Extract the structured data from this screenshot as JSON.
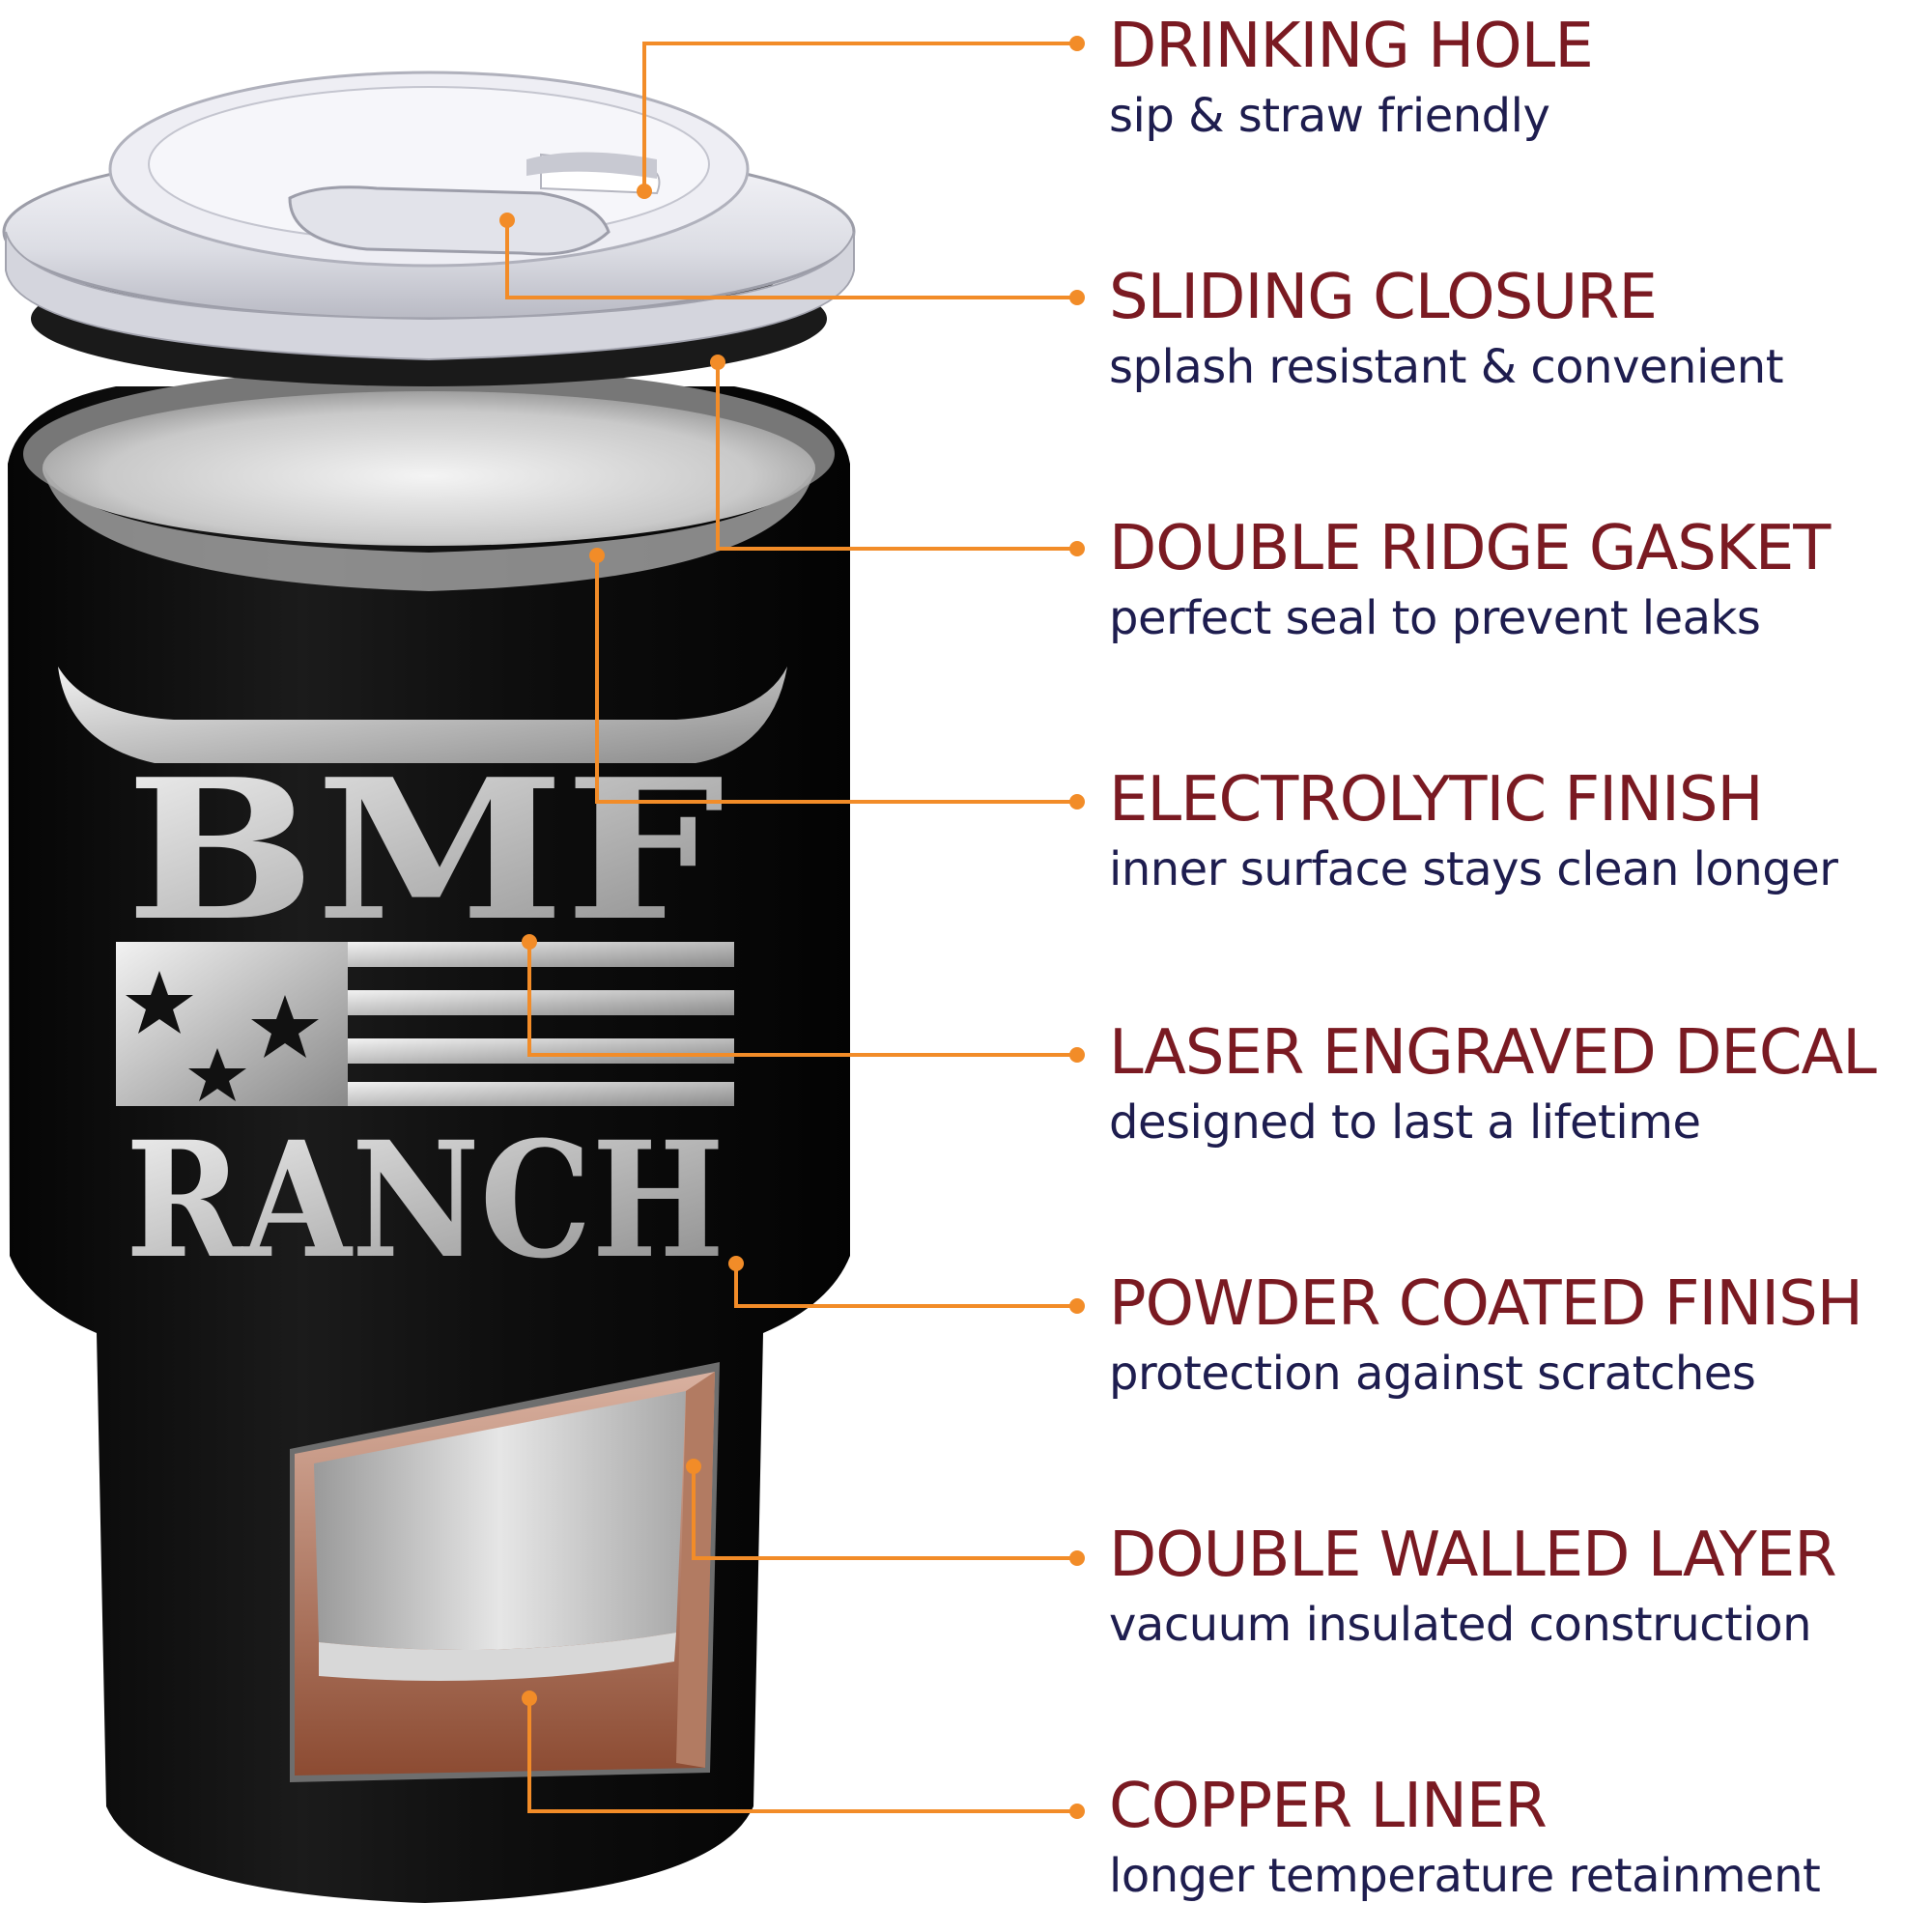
{
  "colors": {
    "title": "#7a1a22",
    "subtitle": "#1e1d4f",
    "callout": "#f28c28",
    "body": "#0d0d0d",
    "engraving": "#d8d8d8",
    "copper": "#b3765b"
  },
  "decal": {
    "line1": "BMF",
    "line2": "RANCH"
  },
  "features": [
    {
      "title": "DRINKING HOLE",
      "subtitle": "sip & straw friendly"
    },
    {
      "title": "SLIDING CLOSURE",
      "subtitle": "splash resistant & convenient"
    },
    {
      "title": "DOUBLE RIDGE GASKET",
      "subtitle": "perfect seal to prevent leaks"
    },
    {
      "title": "ELECTROLYTIC FINISH",
      "subtitle": "inner surface stays clean longer"
    },
    {
      "title": "LASER ENGRAVED DECAL",
      "subtitle": "designed to last a lifetime"
    },
    {
      "title": "POWDER COATED FINISH",
      "subtitle": "protection against scratches"
    },
    {
      "title": "DOUBLE WALLED LAYER",
      "subtitle": "vacuum insulated construction"
    },
    {
      "title": "COPPER LINER",
      "subtitle": "longer temperature retainment"
    }
  ]
}
